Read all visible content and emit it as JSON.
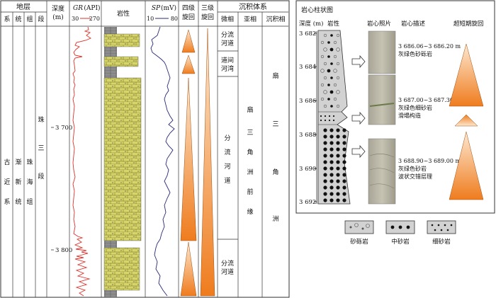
{
  "left": {
    "headers": {
      "strata": "地层",
      "xi": "系",
      "tong": "统",
      "zu": "组",
      "duan": "段",
      "depth": "深度",
      "depth_unit": "(m)",
      "gr_label": "GR",
      "gr_unit": "(API)",
      "gr_min": "30",
      "gr_max": "270",
      "lith": "岩性",
      "sp_label": "SP",
      "sp_unit": "(mV)",
      "sp_min": "10",
      "sp_max": "80",
      "cycle4": "四级旋回",
      "cycle3": "三级旋回",
      "system": "沉积体系",
      "micro": "微相",
      "sub": "亚相",
      "facies": "沉积相"
    },
    "strat_units": {
      "xi": [
        "古",
        "近",
        "系"
      ],
      "tong": [
        "渐",
        "新",
        "统"
      ],
      "zu": [
        "珠",
        "海",
        "组"
      ],
      "duan": [
        "珠",
        "三",
        "段"
      ]
    },
    "depth_ticks": [
      "3 700",
      "3 800"
    ],
    "micro_facies": [
      [
        "分流",
        "河道"
      ],
      [
        "道间",
        "河湾"
      ],
      [
        "分",
        "流",
        "河",
        "道"
      ],
      [
        "分流",
        "河道"
      ]
    ],
    "sub_facies": [
      "扇",
      "三",
      "角",
      "洲",
      "前",
      "缘"
    ],
    "facies": [
      "扇",
      "三",
      "角",
      "洲"
    ]
  },
  "right": {
    "title": "岩心柱状图",
    "headers": {
      "depth": "深度 (m)",
      "lith": "岩性",
      "photo": "岩心照片",
      "desc": "岩心描述",
      "cycle": "超短期旋回"
    },
    "depth_ticks": [
      "3 682",
      "3 684",
      "3 686",
      "3 688",
      "3 690",
      "3 692"
    ],
    "descriptions": [
      {
        "range": "3 686.06~3 686.20 m",
        "text": [
          "灰绿色砂砾岩"
        ]
      },
      {
        "range": "3 687.00~3 687.30 m",
        "text": [
          "灰绿色细砂岩",
          "滑塌构造"
        ]
      },
      {
        "range": "3 688.90~3 689.00 m",
        "text": [
          "灰绿色砂岩",
          "波状交错层理"
        ]
      }
    ],
    "legend": [
      {
        "label": "砂砾岩",
        "icon": "gravel-sandstone-icon"
      },
      {
        "label": "中砂岩",
        "icon": "medium-sandstone-icon"
      },
      {
        "label": "细砂岩",
        "icon": "fine-sandstone-icon"
      }
    ]
  },
  "colors": {
    "gr_curve": "#e0322a",
    "sp_curve": "#2a2a7a",
    "sandstone": "#d6d56a",
    "mudstone": "#8c8c8c",
    "cycle_orange": "#f08a2a"
  }
}
